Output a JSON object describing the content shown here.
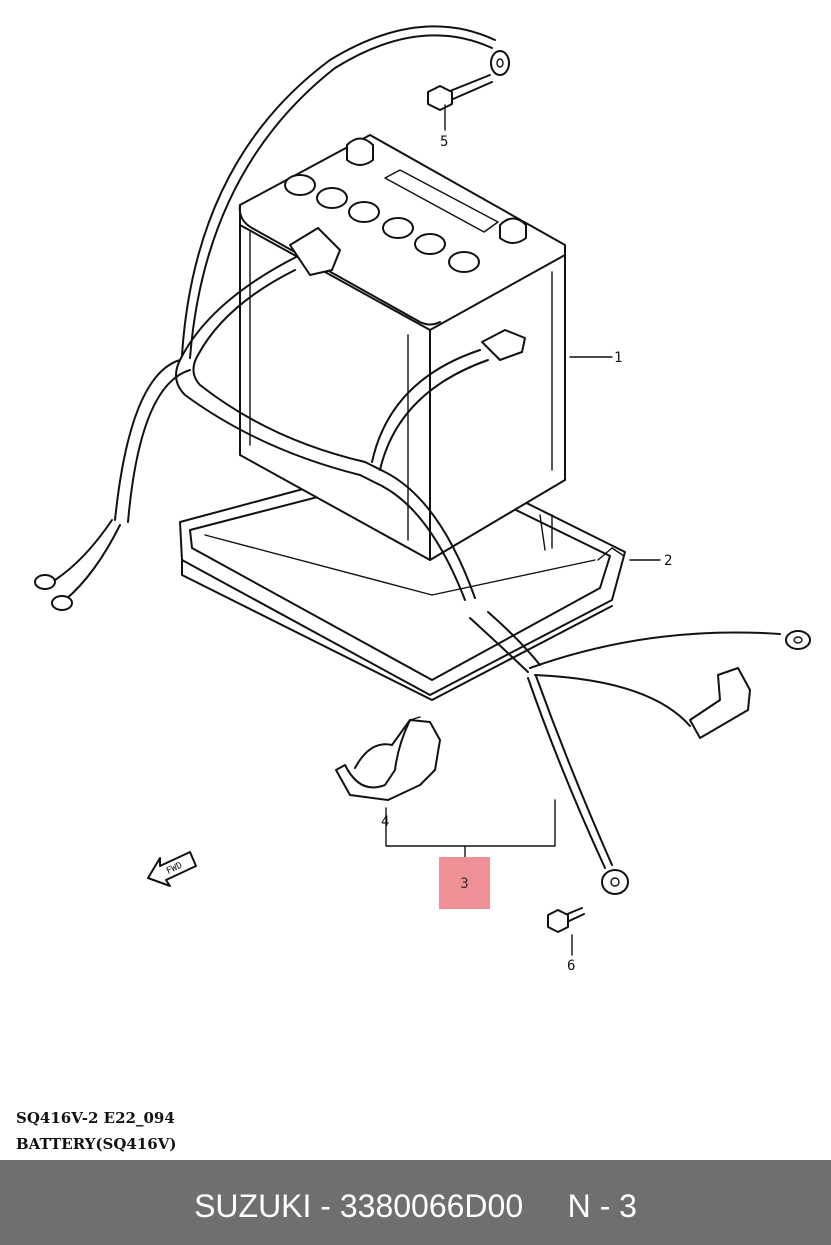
{
  "callouts": {
    "n1": "1",
    "n2": "2",
    "n3": "3",
    "n4": "4",
    "n5": "5",
    "n6": "6"
  },
  "arrow_text": "FWD",
  "codes": {
    "line1": "SQ416V-2 E22_094",
    "line2": "BATTERY(SQ416V)"
  },
  "footer": {
    "brand": "SUZUKI",
    "part_number": "3380066D00",
    "reference": "N - 3",
    "text": "SUZUKI - 3380066D00     N - 3"
  },
  "colors": {
    "highlight": "#ef8f96",
    "footer_bg": "#6f6f6f",
    "footer_text": "#ffffff"
  }
}
